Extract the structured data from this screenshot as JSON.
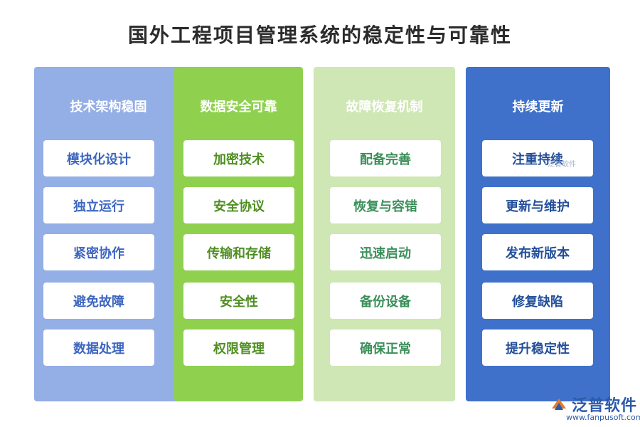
{
  "title": "国外工程项目管理系统的稳定性与可靠性",
  "columns": [
    {
      "header": "技术架构稳固",
      "items": [
        "模块化设计",
        "独立运行",
        "紧密协作",
        "避免故障",
        "数据处理"
      ]
    },
    {
      "header": "数据安全可靠",
      "items": [
        "加密技术",
        "安全协议",
        "传输和存储",
        "安全性",
        "权限管理"
      ]
    },
    {
      "header": "故障恢复机制",
      "items": [
        "配备完善",
        "恢复与容错",
        "迅速启动",
        "备份设备",
        "确保正常"
      ]
    },
    {
      "header": "持续更新",
      "items": [
        "注重持续",
        "更新与维护",
        "发布新版本",
        "修复缺陷",
        "提升稳定性"
      ]
    }
  ],
  "watermark_small": "泛普软件",
  "logo": {
    "text": "泛普软件",
    "url": "www.fanpusoft.com"
  },
  "colors": {
    "col1": "#94aee6",
    "col2": "#8fd14f",
    "col3": "#cfe7b5",
    "col4": "#3f71cb"
  }
}
